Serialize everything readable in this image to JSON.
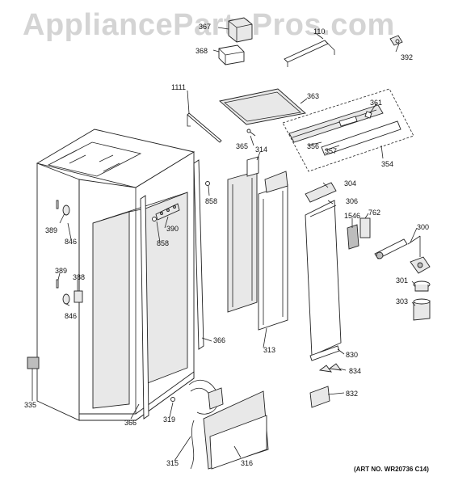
{
  "watermark": "AppliancePartsPros.com",
  "art_number": "(ART NO. WR20736 C14)",
  "labels": {
    "p367": "367",
    "p368": "368",
    "p110": "110",
    "p392": "392",
    "p1111": "1111",
    "p363": "363",
    "p361": "361",
    "p365": "365",
    "p314": "314",
    "p356": "356",
    "p357": "357",
    "p354": "354",
    "p858a": "858",
    "p304": "304",
    "p306": "306",
    "p389a": "389",
    "p846a": "846",
    "p390": "390",
    "p858b": "858",
    "p1546": "1546",
    "p762": "762",
    "p300": "300",
    "p389b": "389",
    "p388": "388",
    "p846b": "846",
    "p301": "301",
    "p303": "303",
    "p366a": "366",
    "p313": "313",
    "p830": "830",
    "p834": "834",
    "p832": "832",
    "p335": "335",
    "p319": "319",
    "p366b": "366",
    "p315": "315",
    "p316": "316"
  }
}
